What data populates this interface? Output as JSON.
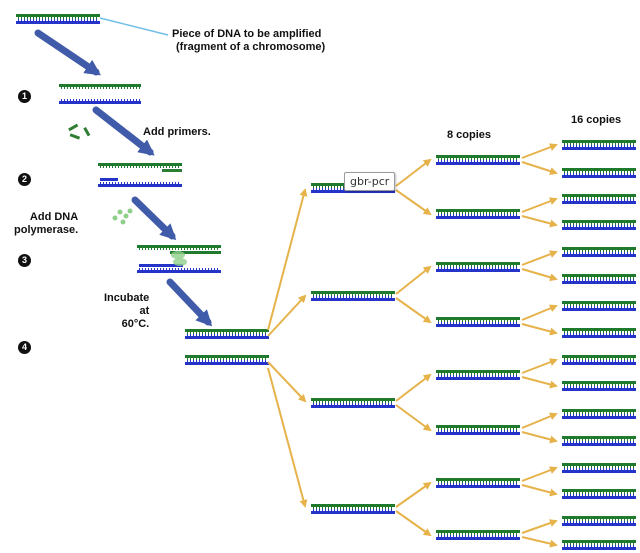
{
  "labels": {
    "dna_piece_line1": "Piece of DNA to be amplified",
    "dna_piece_line2": "(fragment of a chromosome)",
    "add_primers": "Add primers.",
    "add_dna_polymerase": "Add DNA\npolymerase.",
    "incubate": "Incubate\nat\n60°C.",
    "eight_copies": "8 copies",
    "sixteen_copies": "16 copies",
    "tooltip": "gbr-pcr"
  },
  "steps": [
    "1",
    "2",
    "3",
    "4"
  ],
  "colors": {
    "strand_green": "#1f7a2e",
    "strand_blue": "#2433c8",
    "arrow_gold": "#e6b24a",
    "step_arrow": "#2c4aa0",
    "pointer_line": "#6fc0e8",
    "primer_green": "#2f7d32",
    "polymerase_green": "#8fcf8a"
  }
}
